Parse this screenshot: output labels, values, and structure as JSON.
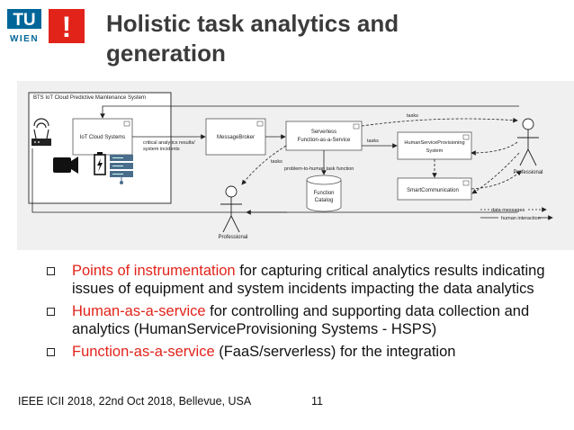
{
  "slide": {
    "title": "Holistic task analytics and generation",
    "title_lines": [
      "Holistic task analytics and",
      "generation"
    ],
    "footer": "IEEE ICII 2018, 22nd Oct 2018, Bellevue, USA",
    "page_number": "11"
  },
  "logo": {
    "text": "TU WIEN",
    "letters_top": "TU",
    "letters_bottom": "WIEN",
    "mark": "!",
    "brand_color": "#006699",
    "accent_color": "#e2231a"
  },
  "diagram": {
    "system_label": "BTS  IoT Cloud  Predictive Maintenance System",
    "nodes": {
      "iot": "IoT Cloud Systems",
      "broker": "MessageBroker",
      "faas_line1": "Serverless",
      "faas_line2": "Function-as-a-Service",
      "hsps_line1": "HumanServiceProvisioning",
      "hsps_line2": "System",
      "smart": "SmartCommunication",
      "catalog_line1": "Function",
      "catalog_line2": "Catalog",
      "actor_bottom": "Professional",
      "actor_right": "Professional"
    },
    "edge_labels": {
      "critical_line1": "critical analytics results/",
      "critical_line2": "system incidents",
      "tasks_top": "tasks",
      "tasks_mid": "tasks",
      "tasks_left": "tasks",
      "problem": "problem-to-human task function"
    },
    "legend": {
      "data_messages": "data messages",
      "human_interaction": "human interaction"
    },
    "icons": [
      "router-icon",
      "video-camera-icon",
      "power-icon",
      "server-rack-icon",
      "component-icon",
      "stick-figure-icon"
    ]
  },
  "bullets": [
    {
      "highlight": "Points of instrumentation",
      "text": " for capturing critical analytics results indicating issues of equipment and system incidents impacting the data analytics"
    },
    {
      "highlight": "Human-as-a-service",
      "text": " for controlling and supporting data collection and analytics (HumanServiceProvisioning Systems - HSPS)"
    },
    {
      "highlight": "Function-as-a-service",
      "text": " (FaaS/serverless) for the integration"
    }
  ],
  "colors": {
    "title": "#3b3b3b",
    "highlight": "#e2231a",
    "diagram_bg": "#f0f0f0"
  }
}
